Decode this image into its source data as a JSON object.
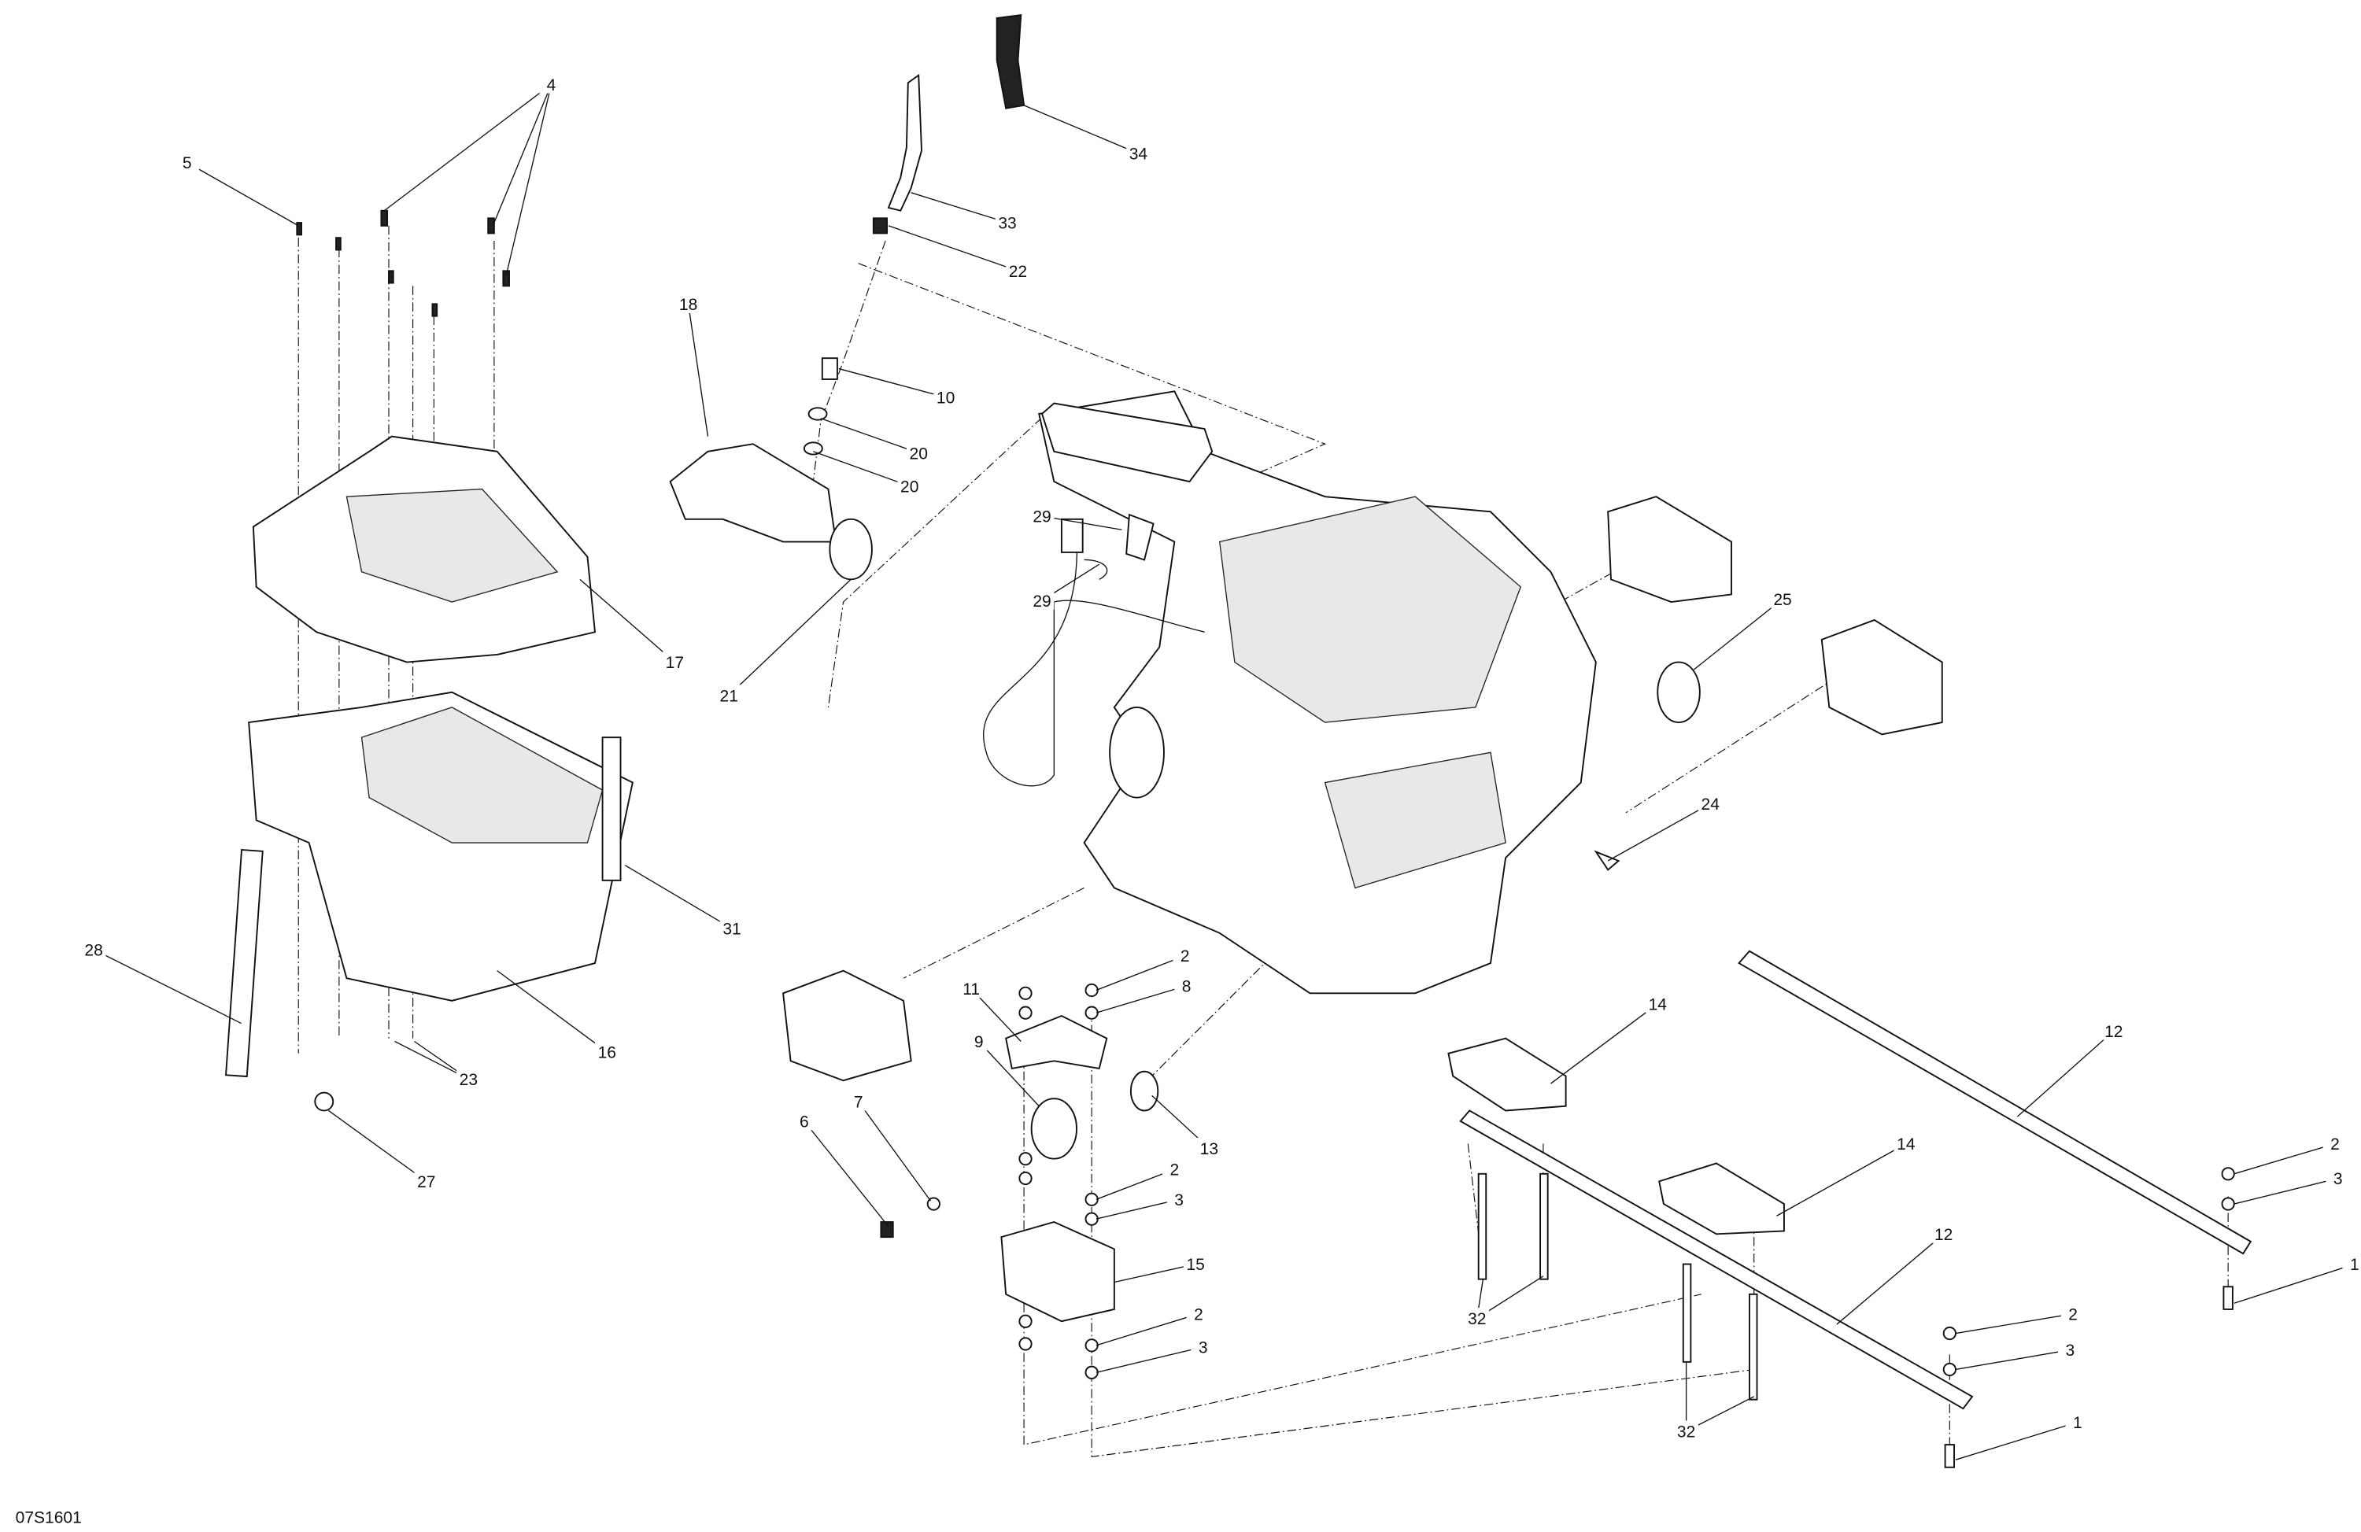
{
  "diagram": {
    "figure_code": "07S1601",
    "callouts": [
      "5",
      "4",
      "18",
      "33",
      "34",
      "22",
      "10",
      "20",
      "20",
      "29",
      "29",
      "17",
      "21",
      "25",
      "24",
      "31",
      "28",
      "16",
      "23",
      "27",
      "11",
      "2",
      "8",
      "9",
      "13",
      "6",
      "7",
      "2",
      "3",
      "15",
      "2",
      "3",
      "14",
      "14",
      "12",
      "12",
      "2",
      "3",
      "1",
      "32",
      "2",
      "3",
      "1",
      "32"
    ]
  }
}
